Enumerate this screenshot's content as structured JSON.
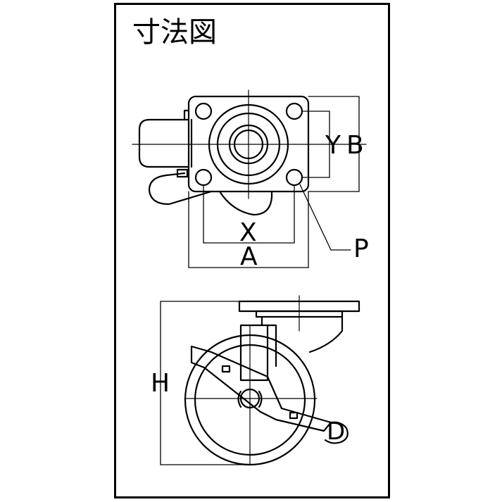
{
  "title": "寸法図",
  "labels": {
    "Y": "Y",
    "B": "B",
    "X": "X",
    "A": "A",
    "P": "P",
    "H": "H",
    "D": "D"
  },
  "colors": {
    "line": "#000000",
    "background": "#ffffff"
  }
}
